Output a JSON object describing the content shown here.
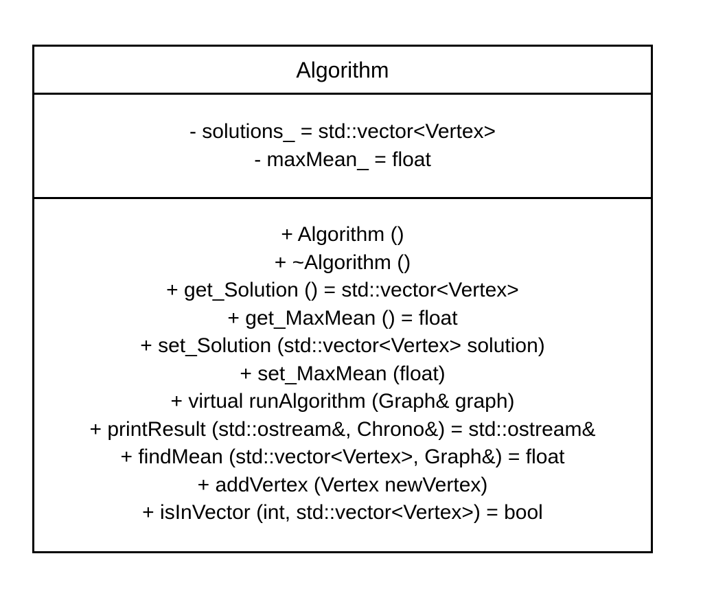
{
  "class": {
    "name": "Algorithm",
    "attributes": [
      "- solutions_ = std::vector<Vertex>",
      "- maxMean_ = float"
    ],
    "operations": [
      "+ Algorithm ()",
      "+ ~Algorithm ()",
      "+ get_Solution () = std::vector<Vertex>",
      "+ get_MaxMean () = float",
      "+ set_Solution (std::vector<Vertex> solution)",
      "+ set_MaxMean (float)",
      "+ virtual runAlgorithm (Graph& graph)",
      "+ printResult (std::ostream&, Chrono&) = std::ostream&",
      "+ findMean (std::vector<Vertex>, Graph&) = float",
      "+ addVertex (Vertex newVertex)",
      "+ isInVector (int, std::vector<Vertex>) = bool"
    ]
  }
}
